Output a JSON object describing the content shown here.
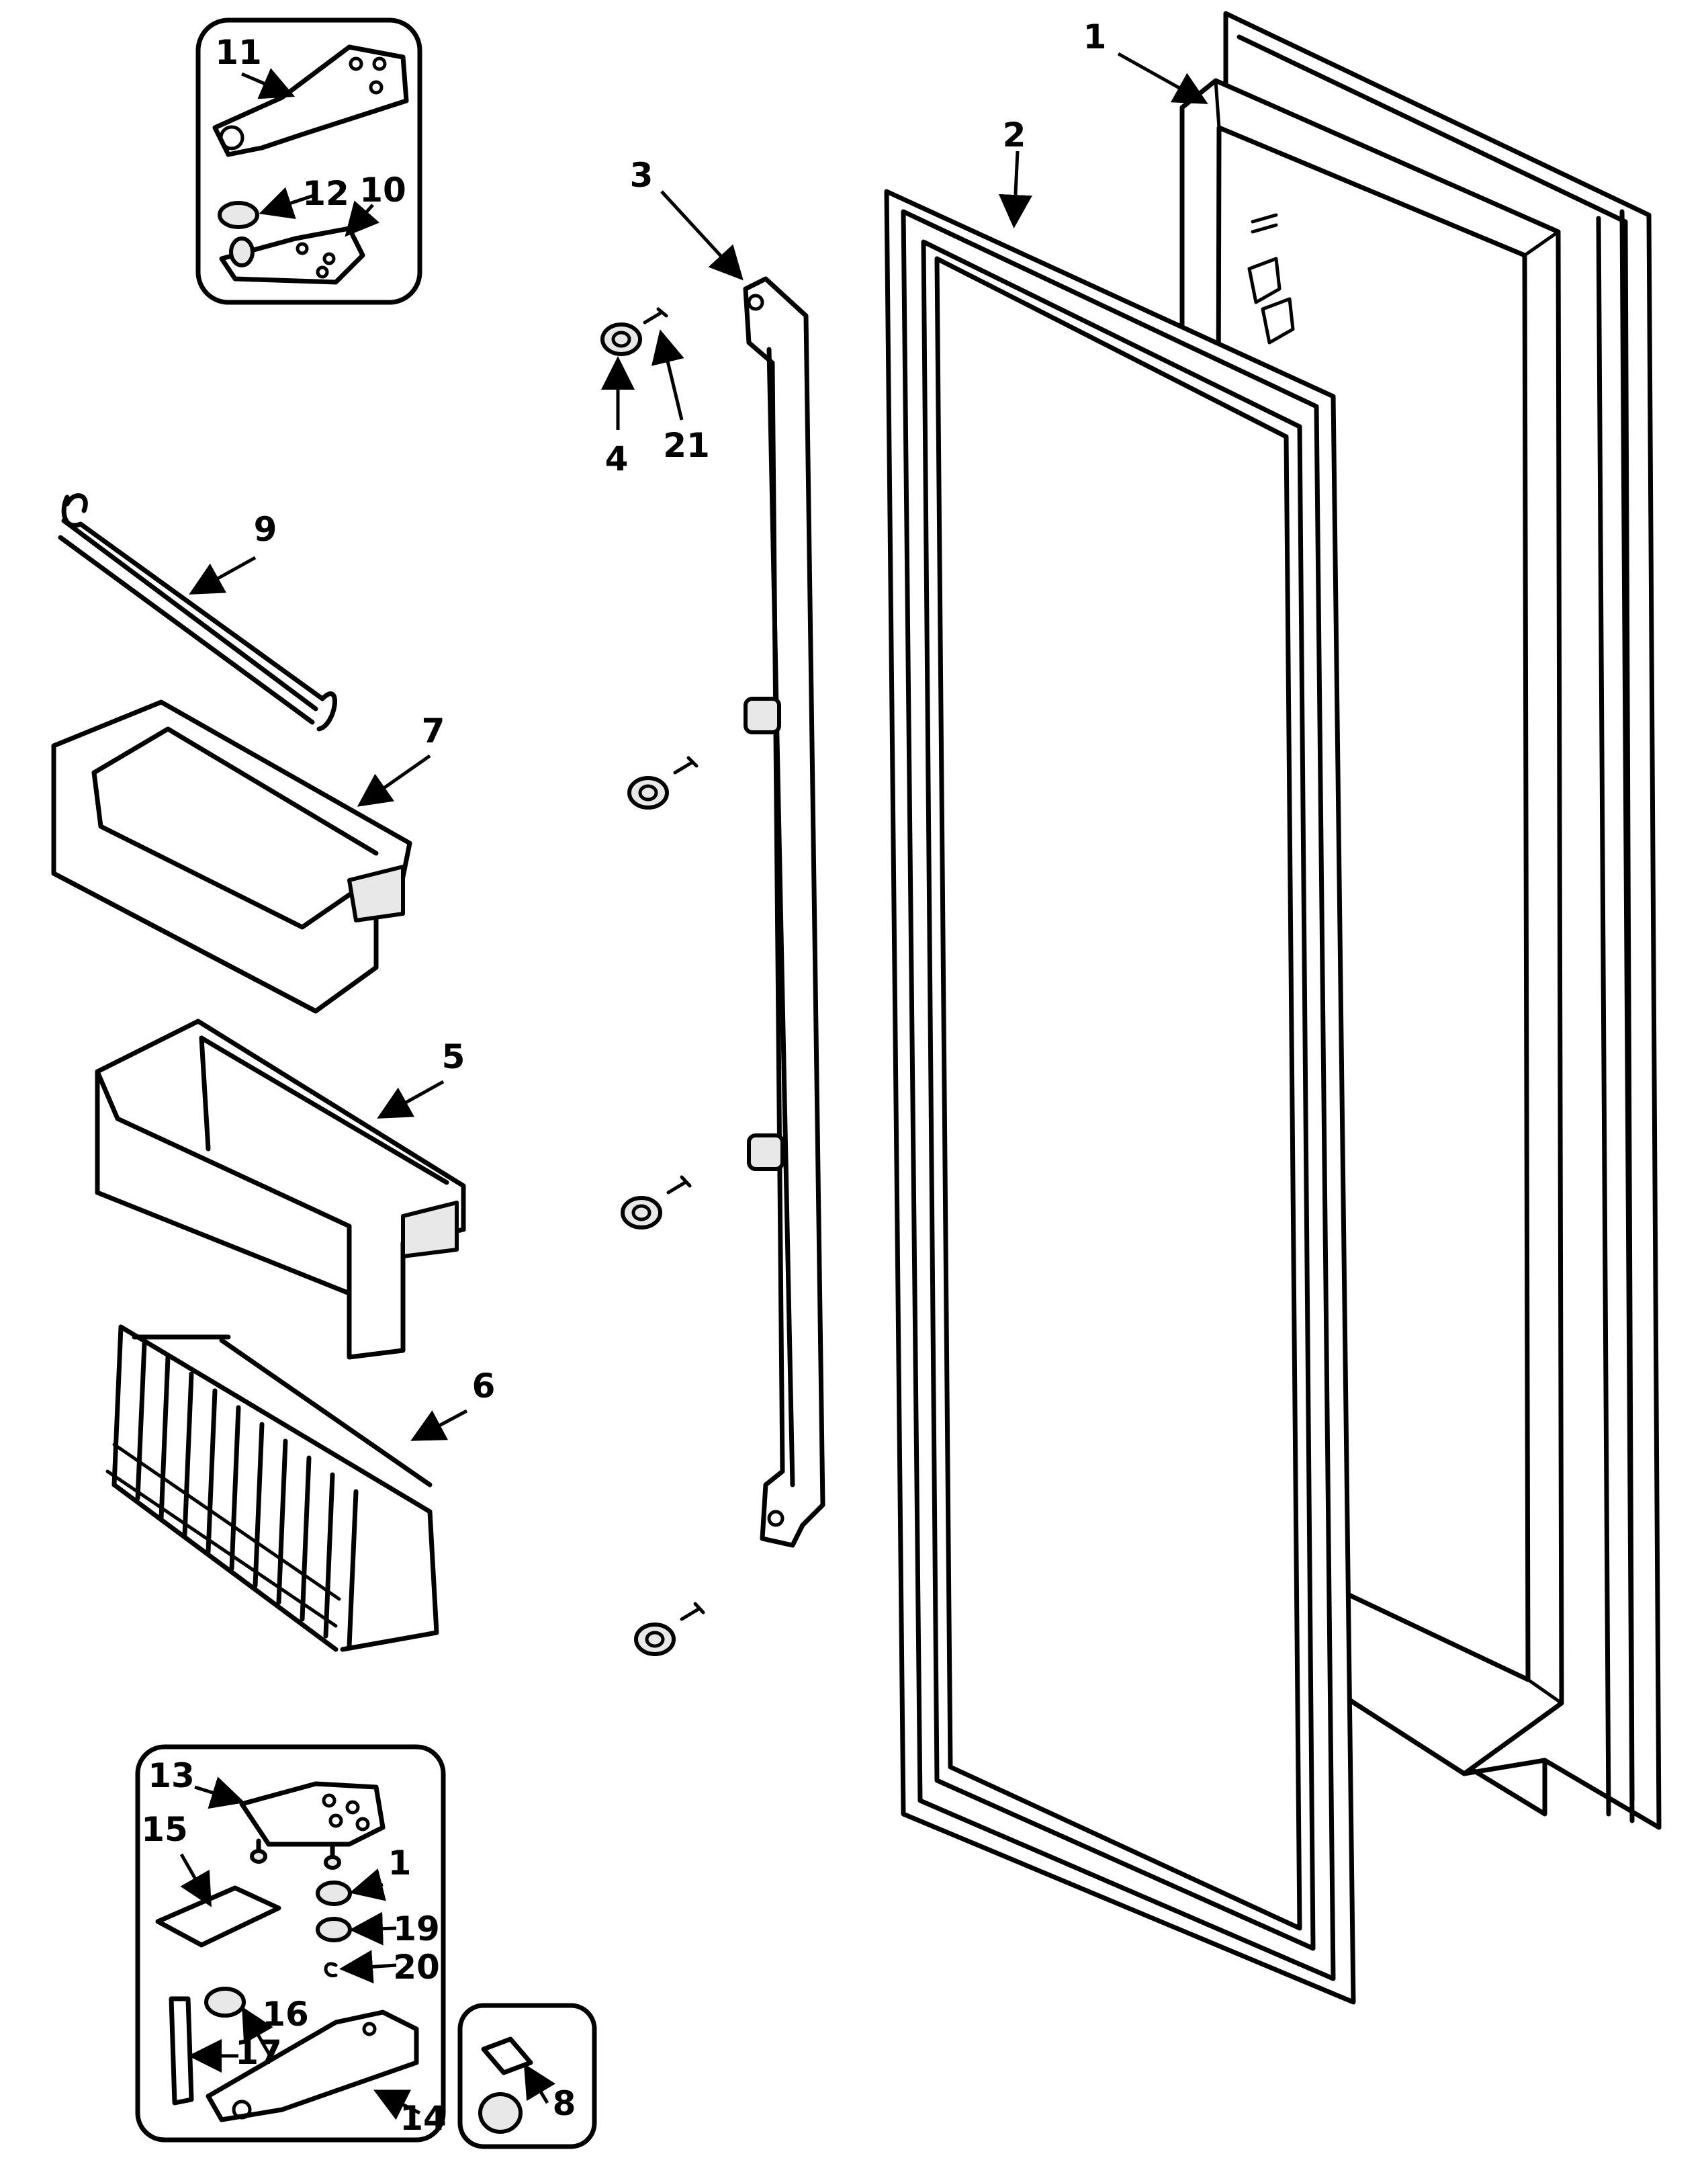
{
  "callouts": [
    "1",
    "2",
    "3",
    "4",
    "21",
    "9",
    "7",
    "5",
    "6",
    "11",
    "12",
    "10",
    "13",
    "15",
    "1",
    "19",
    "20",
    "16",
    "17",
    "14",
    "8"
  ]
}
